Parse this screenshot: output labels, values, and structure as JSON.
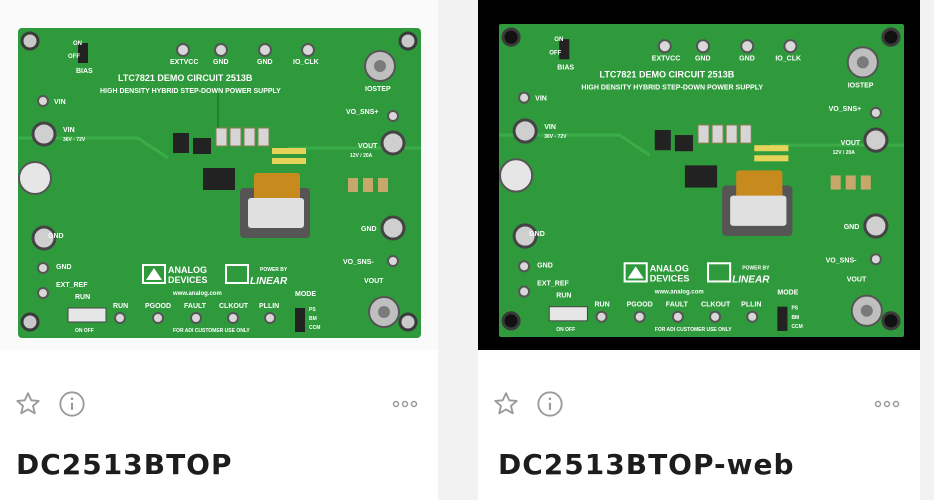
{
  "cards": [
    {
      "title": "DC2513BTOP",
      "image_alt": "LTC7821 demo circuit board",
      "board": {
        "bias_on": "ON",
        "bias_off": "OFF",
        "bias": "BIAS",
        "extvcc": "EXTVCC",
        "gnd": "GND",
        "io_clk": "IO_CLK",
        "iostep": "IOSTEP",
        "title_line1": "LTC7821 DEMO CIRCUIT 2513B",
        "title_line2": "HIGH DENSITY HYBRID STEP-DOWN POWER SUPPLY",
        "vin": "VIN",
        "vin_range": "36V - 72V",
        "vo_sns_plus": "VO_SNS+",
        "vout": "VOUT",
        "vout_spec": "12V / 20A",
        "vo_sns_minus": "VO_SNS-",
        "ext_ref": "EXT_REF",
        "run": "RUN",
        "pgood": "PGOOD",
        "fault": "FAULT",
        "clkout": "CLKOUT",
        "pllin": "PLLIN",
        "mode": "MODE",
        "ps": "PS",
        "bm": "BM",
        "ccm": "CCM",
        "on_off": "ON    OFF",
        "brand_line1": "ANALOG",
        "brand_line2": "DEVICES",
        "power_by": "POWER BY",
        "linear": "LINEAR",
        "url": "www.analog.com",
        "footer": "FOR ADI CUSTOMER USE ONLY"
      }
    },
    {
      "title": "DC2513BTOP-web",
      "image_alt": "LTC7821 demo circuit board on black background"
    }
  ],
  "colors": {
    "pcb_green": "#2f9a3c",
    "pcb_dark": "#1f7a2b",
    "silk": "#ffffff",
    "title_text": "#1d1d1d",
    "icon_gray": "#9a9a9a"
  },
  "icons": [
    "star-icon",
    "info-icon",
    "more-icon"
  ]
}
